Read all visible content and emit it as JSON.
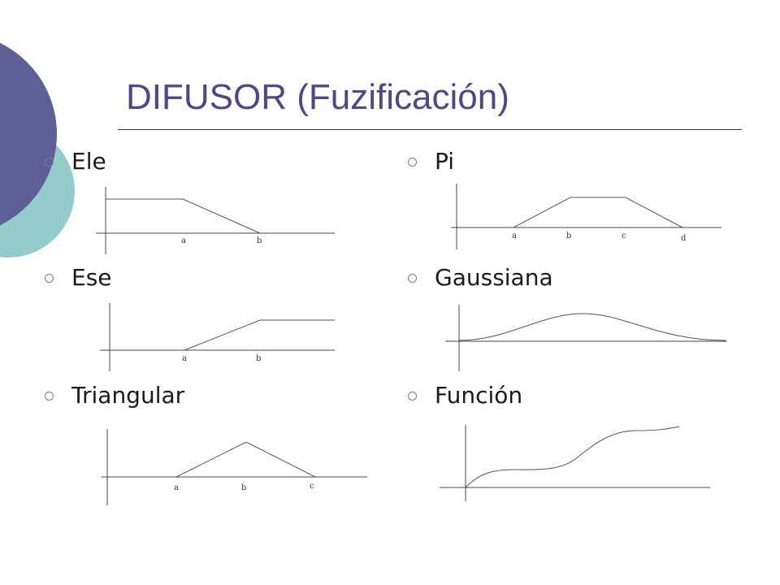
{
  "slide": {
    "title": "DIFUSOR (Fuzificación)",
    "colors": {
      "title": "#4a4a8a",
      "circle_dark": "#5f5f98",
      "circle_light": "#94cccc",
      "curve": "#555555",
      "axis": "#444444"
    }
  },
  "functions": [
    {
      "id": "ele",
      "label": "Ele",
      "ticks": [
        "a",
        "b"
      ]
    },
    {
      "id": "pi",
      "label": "Pi",
      "ticks": [
        "a",
        "b",
        "c",
        "d"
      ]
    },
    {
      "id": "ese",
      "label": "Ese",
      "ticks": [
        "a",
        "b"
      ]
    },
    {
      "id": "gaussiana",
      "label": "Gaussiana",
      "ticks": []
    },
    {
      "id": "triangular",
      "label": "Triangular",
      "ticks": [
        "a",
        "b",
        "c"
      ]
    },
    {
      "id": "funcion",
      "label": "Función",
      "ticks": []
    }
  ]
}
